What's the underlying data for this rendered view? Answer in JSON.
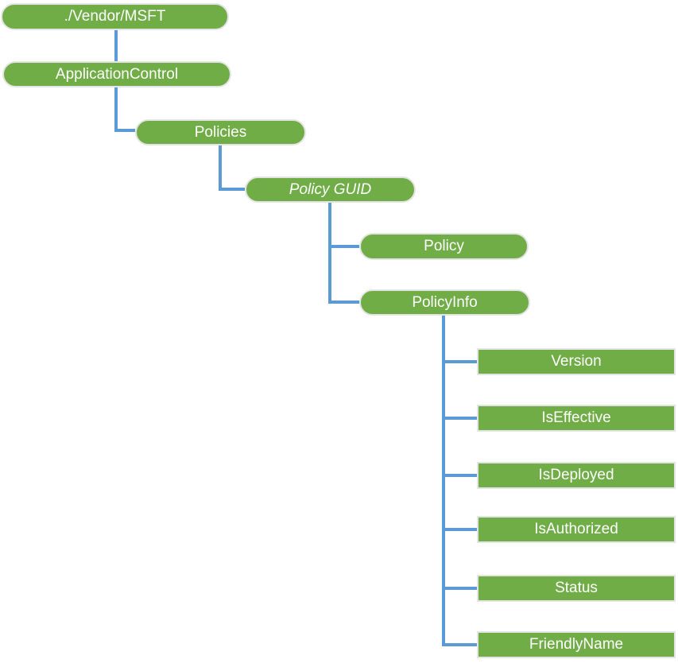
{
  "diagram": {
    "type": "tree",
    "colors": {
      "node_fill": "#70AD47",
      "node_border": "#e4e4e4",
      "connector": "#5B9BD5",
      "text": "#ffffff",
      "background": "#ffffff"
    },
    "nodes": {
      "vendor_msft": {
        "label": "./Vendor/MSFT",
        "shape": "pill",
        "parent": null
      },
      "application_control": {
        "label": "ApplicationControl",
        "shape": "pill",
        "parent": "./Vendor/MSFT"
      },
      "policies": {
        "label": "Policies",
        "shape": "pill",
        "parent": "ApplicationControl"
      },
      "policy_guid": {
        "label": "Policy GUID",
        "shape": "pill",
        "italic": true,
        "parent": "Policies"
      },
      "policy": {
        "label": "Policy",
        "shape": "pill",
        "parent": "Policy GUID"
      },
      "policy_info": {
        "label": "PolicyInfo",
        "shape": "pill",
        "parent": "Policy GUID"
      },
      "version": {
        "label": "Version",
        "shape": "rect",
        "parent": "PolicyInfo"
      },
      "is_effective": {
        "label": "IsEffective",
        "shape": "rect",
        "parent": "PolicyInfo"
      },
      "is_deployed": {
        "label": "IsDeployed",
        "shape": "rect",
        "parent": "PolicyInfo"
      },
      "is_authorized": {
        "label": "IsAuthorized",
        "shape": "rect",
        "parent": "PolicyInfo"
      },
      "status": {
        "label": "Status",
        "shape": "rect",
        "parent": "PolicyInfo"
      },
      "friendly_name": {
        "label": "FriendlyName",
        "shape": "rect",
        "parent": "PolicyInfo"
      }
    }
  }
}
